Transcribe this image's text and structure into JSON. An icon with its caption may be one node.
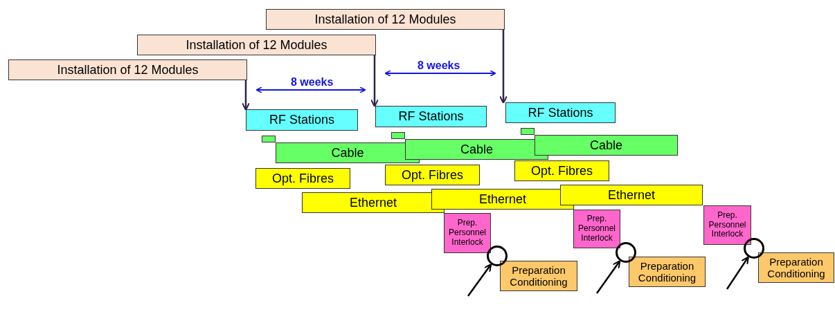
{
  "diagram": {
    "nodes": [
      {
        "text": [
          "Installation of 12 Modules"
        ]
      },
      {
        "text": [
          "RF Stations"
        ]
      },
      {
        "text": [],
        "shape": "box"
      },
      {
        "text": [
          "Cable"
        ]
      },
      {
        "text": [
          "Opt. Fibres"
        ]
      },
      {
        "text": [
          "Ethernet"
        ]
      },
      {
        "text": [
          "Prep. Personnel Interlock"
        ]
      },
      {
        "text": [],
        "shape": "circle"
      },
      {
        "text": [
          "Preparation Conditioning"
        ]
      },
      {
        "text": [
          "Installation of 12 Modules"
        ]
      },
      {
        "text": [
          "RF Stations"
        ]
      },
      {
        "text": [],
        "shape": "box"
      },
      {
        "text": [
          "Cable"
        ]
      },
      {
        "text": [
          "Opt. Fibres"
        ]
      },
      {
        "text": [
          "Ethernet"
        ]
      },
      {
        "text": [
          "Prep. Personnel Interlock"
        ]
      },
      {
        "text": [],
        "shape": "circle"
      },
      {
        "text": [
          "Preparation Conditioning"
        ]
      },
      {
        "text": [
          "Installation of 12 Modules"
        ]
      },
      {
        "text": [
          "RF Stations"
        ]
      },
      {
        "text": [],
        "shape": "box"
      },
      {
        "text": [
          "Cable"
        ]
      },
      {
        "text": [
          "Opt. Fibres"
        ]
      },
      {
        "text": [
          "Ethernet"
        ]
      },
      {
        "text": [
          "Prep. Personnel Interlock"
        ]
      },
      {
        "text": [],
        "shape": "circle"
      },
      {
        "text": [
          "Preparation Conditioning"
        ]
      }
    ],
    "edges": [
      {
        "from": 0,
        "to": 1,
        "arrow": "to",
        "color": "#2b2350"
      },
      {
        "from": 9,
        "to": 10,
        "arrow": "to",
        "color": "#2b2350"
      },
      {
        "from": 18,
        "to": 19,
        "arrow": "to",
        "color": "#2b2350"
      },
      {
        "from": null,
        "to": 7,
        "arrow": "to"
      },
      {
        "from": null,
        "to": 16,
        "arrow": "to"
      },
      {
        "from": null,
        "to": 25,
        "arrow": "to"
      }
    ],
    "labels": [
      "8 weeks",
      "8 weeks"
    ]
  }
}
